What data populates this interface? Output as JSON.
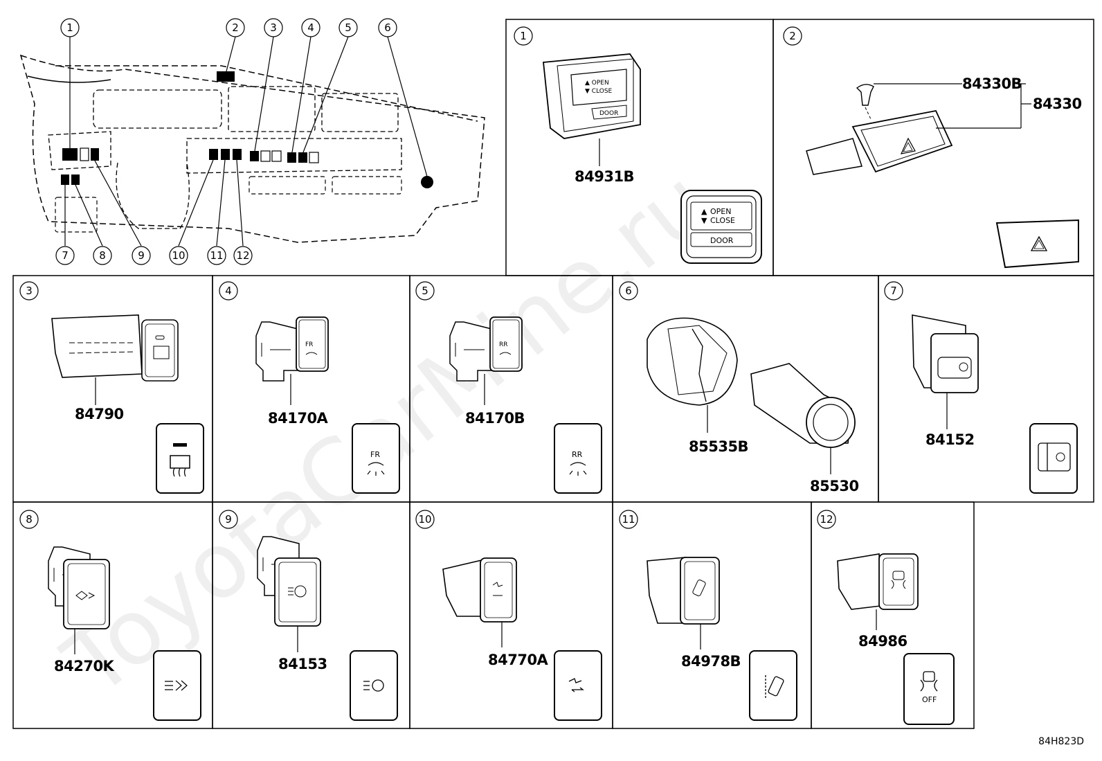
{
  "watermark": "ToyotaCarMine.ru",
  "figure_code": "84H823D",
  "overview_callouts": [
    "1",
    "2",
    "3",
    "4",
    "5",
    "6",
    "7",
    "8",
    "9",
    "10",
    "11",
    "12"
  ],
  "panels": [
    {
      "num": "1",
      "parts": [
        "84931B"
      ],
      "labels": {
        "open": "OPEN",
        "close": "CLOSE",
        "door": "DOOR"
      }
    },
    {
      "num": "2",
      "parts": [
        "84330B",
        "84330"
      ]
    },
    {
      "num": "3",
      "parts": [
        "84790"
      ]
    },
    {
      "num": "4",
      "parts": [
        "84170A"
      ],
      "icon_text": "FR"
    },
    {
      "num": "5",
      "parts": [
        "84170B"
      ],
      "icon_text": "RR"
    },
    {
      "num": "6",
      "parts": [
        "85535B",
        "85530"
      ]
    },
    {
      "num": "7",
      "parts": [
        "84152"
      ]
    },
    {
      "num": "8",
      "parts": [
        "84270K"
      ]
    },
    {
      "num": "9",
      "parts": [
        "84153"
      ]
    },
    {
      "num": "10",
      "parts": [
        "84770A"
      ]
    },
    {
      "num": "11",
      "parts": [
        "84978B"
      ]
    },
    {
      "num": "12",
      "parts": [
        "84986"
      ],
      "icon_text": "OFF"
    }
  ]
}
